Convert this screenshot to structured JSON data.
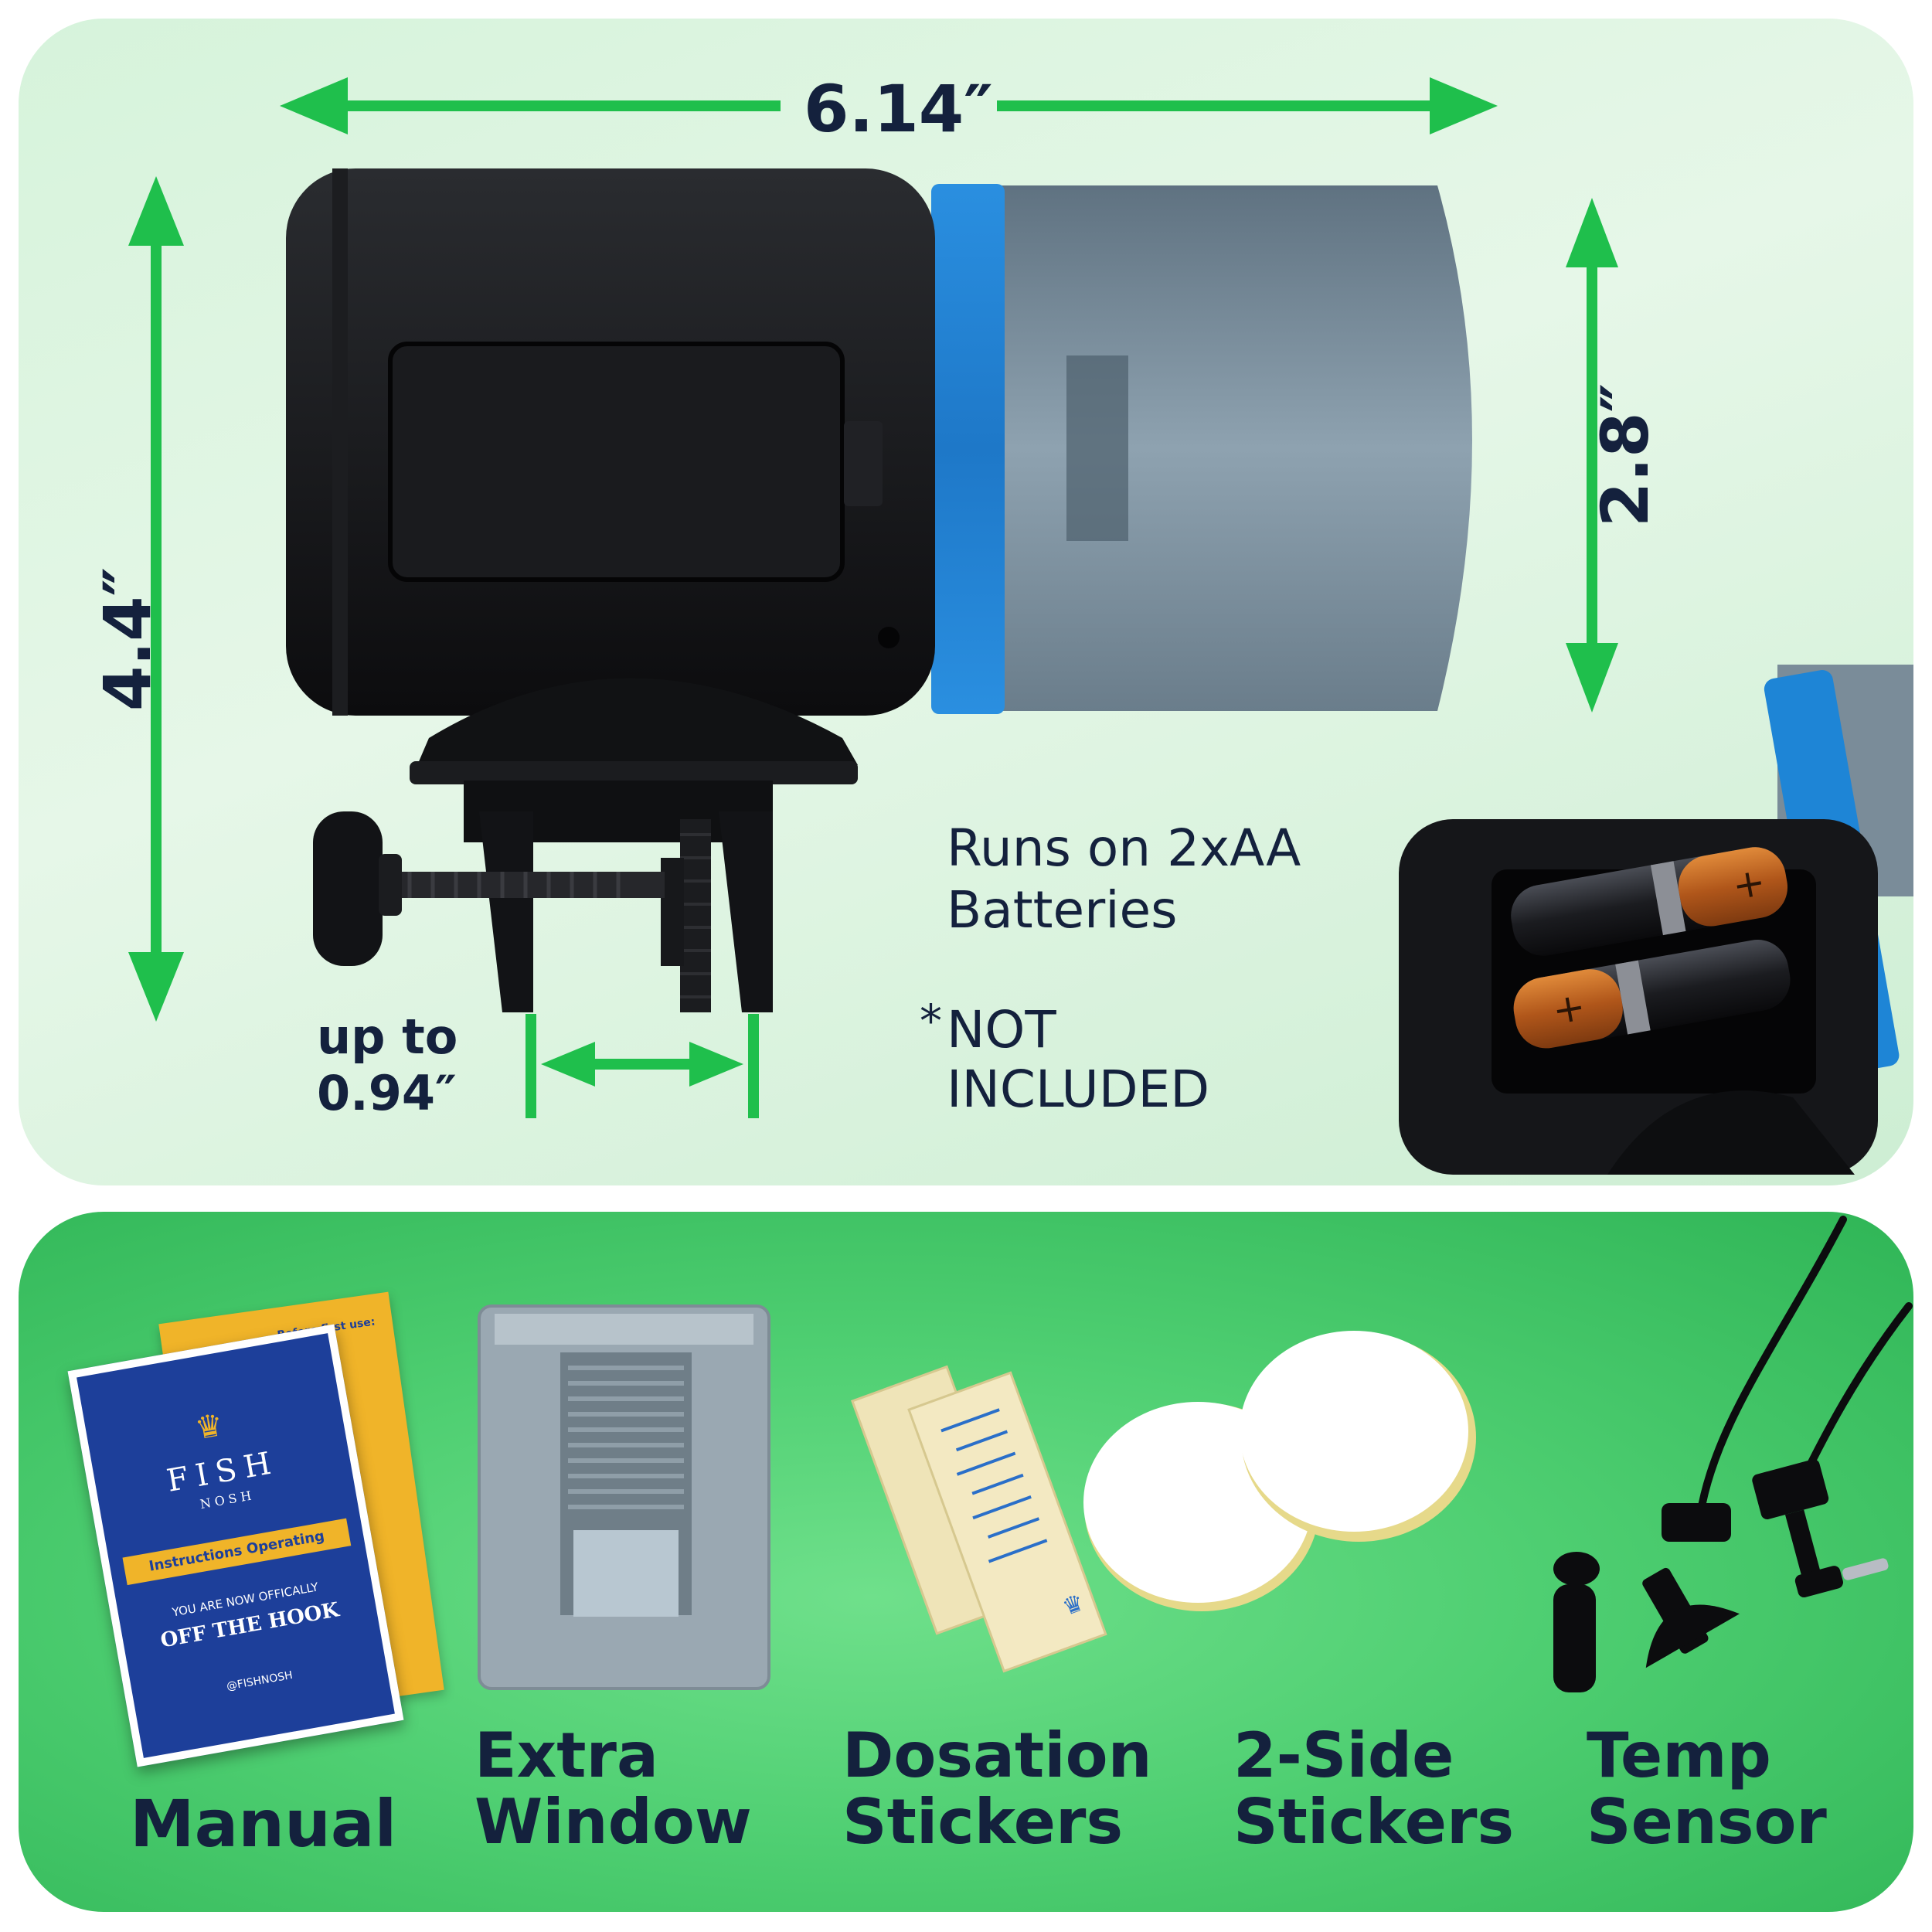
{
  "dimensions": {
    "width": "6.14″",
    "height": "4.4″",
    "hopper_height": "2.8″",
    "clamp_line1": "up to",
    "clamp_line2": "0.94″"
  },
  "battery_note": {
    "line1": "Runs on 2xAA",
    "line2": "Batteries",
    "asterisk": "*",
    "line3": "NOT",
    "line4": "INCLUDED"
  },
  "accessories": [
    {
      "line1": "",
      "line2": "Manual"
    },
    {
      "line1": "Extra",
      "line2": "Window"
    },
    {
      "line1": "Dosation",
      "line2": "Stickers"
    },
    {
      "line1": "2-Side",
      "line2": "Stickers"
    },
    {
      "line1": "Temp",
      "line2": "Sensor"
    }
  ],
  "manual": {
    "brand_line1": "FISH",
    "brand_line2": "NOSH",
    "banner": "Instructions Operating",
    "tagline1": "YOU ARE NOW OFFICALLY",
    "tagline2": "OFF THE HOOK",
    "handle": "@FISHNOSH",
    "back_heading": "Before first use:"
  },
  "colors": {
    "arrow_green": "#1fbf4c",
    "accent_blue": "#1e90e8",
    "text_navy": "#14213d",
    "manual_blue": "#1d3f9a"
  }
}
